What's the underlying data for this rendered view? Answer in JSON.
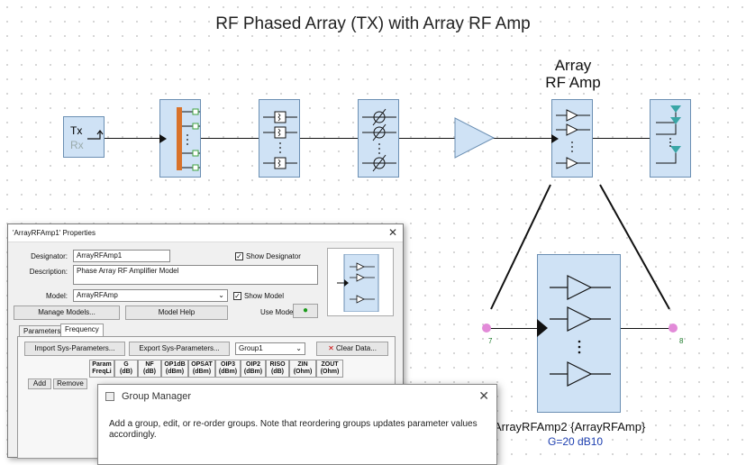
{
  "diagram": {
    "title": "RF Phased Array (TX) with Array RF Amp",
    "array_rf_amp_label": [
      "Array",
      "RF Amp"
    ],
    "tx_label": "Tx",
    "rx_label": "Rx",
    "port_in": "7",
    "port_out": "8",
    "detail_designator": "ArrayRFAmp2 {ArrayRFAmp}",
    "detail_gain": "G=20 dB10"
  },
  "properties_dialog": {
    "title": "'ArrayRFAmp1' Properties",
    "close_glyph": "✕",
    "designator_label": "Designator:",
    "designator_value": "ArrayRFAmp1",
    "show_designator": "Show Designator",
    "description_label": "Description:",
    "description_value": "Phase Array RF Amplifier Model",
    "model_label": "Model:",
    "model_value": "ArrayRFAmp",
    "show_model": "Show Model",
    "manage_models": "Manage Models...",
    "model_help": "Model Help",
    "use_model": "Use Model",
    "tabs": [
      "Parameters",
      "Frequency"
    ],
    "import_sp": "Import Sys-Parameters...",
    "export_sp": "Export Sys-Parameters...",
    "group_value": "Group1",
    "clear_data": "Clear Data...",
    "columns": [
      {
        "top": "Param",
        "bottom": "FreqLi"
      },
      {
        "top": "G",
        "bottom": "(dB)"
      },
      {
        "top": "NF",
        "bottom": "(dB)"
      },
      {
        "top": "OP1dB",
        "bottom": "(dBm)"
      },
      {
        "top": "OPSAT",
        "bottom": "(dBm)"
      },
      {
        "top": "OIP3",
        "bottom": "(dBm)"
      },
      {
        "top": "OIP2",
        "bottom": "(dBm)"
      },
      {
        "top": "RISO",
        "bottom": "(dB)"
      },
      {
        "top": "ZIN",
        "bottom": "(Ohm)"
      },
      {
        "top": "ZOUT",
        "bottom": "(Ohm)"
      }
    ],
    "add": "Add",
    "remove": "Remove"
  },
  "group_manager": {
    "title": "Group Manager",
    "close_glyph": "✕",
    "description": "Add a group, edit, or re-order groups. Note that reordering groups updates parameter values accordingly."
  },
  "colors": {
    "block_fill": "#cfe2f5",
    "block_border": "#6b8fb3",
    "splitter_bar": "#d9722a",
    "splitter_port": "#3fa33f",
    "antenna": "#3aa6a6",
    "port_marker": "#e28ad8",
    "detail_label": "#1d3fb0"
  }
}
